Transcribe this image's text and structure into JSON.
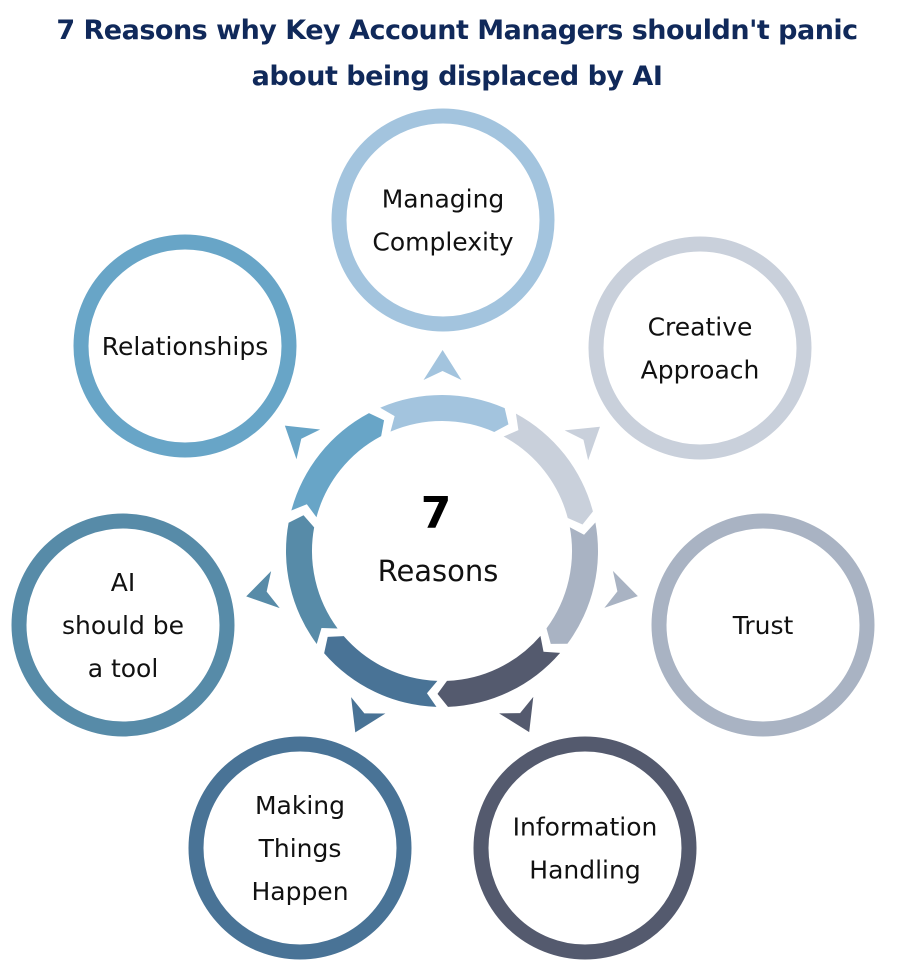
{
  "title": {
    "line1": "7 Reasons why Key Account Managers shouldn't panic",
    "line2": "about being displaced by AI"
  },
  "center": {
    "number": "7",
    "label": "Reasons"
  },
  "reasons": [
    {
      "id": "managing-complexity",
      "lines": [
        "Managing",
        "Complexity"
      ],
      "color": "#a3c4de"
    },
    {
      "id": "creative-approach",
      "lines": [
        "Creative",
        "Approach"
      ],
      "color": "#c9d0db"
    },
    {
      "id": "trust",
      "lines": [
        "Trust"
      ],
      "color": "#a9b3c3"
    },
    {
      "id": "information-handling",
      "lines": [
        "Information",
        "Handling"
      ],
      "color": "#545a6e"
    },
    {
      "id": "making-things-happen",
      "lines": [
        "Making",
        "Things",
        "Happen"
      ],
      "color": "#497396"
    },
    {
      "id": "ai-should-be-a-tool",
      "lines": [
        "AI",
        "should be",
        "a tool"
      ],
      "color": "#578ba8"
    },
    {
      "id": "relationships",
      "lines": [
        "Relationships"
      ],
      "color": "#68a5c7"
    }
  ],
  "colors": {
    "title": "#10295a"
  }
}
